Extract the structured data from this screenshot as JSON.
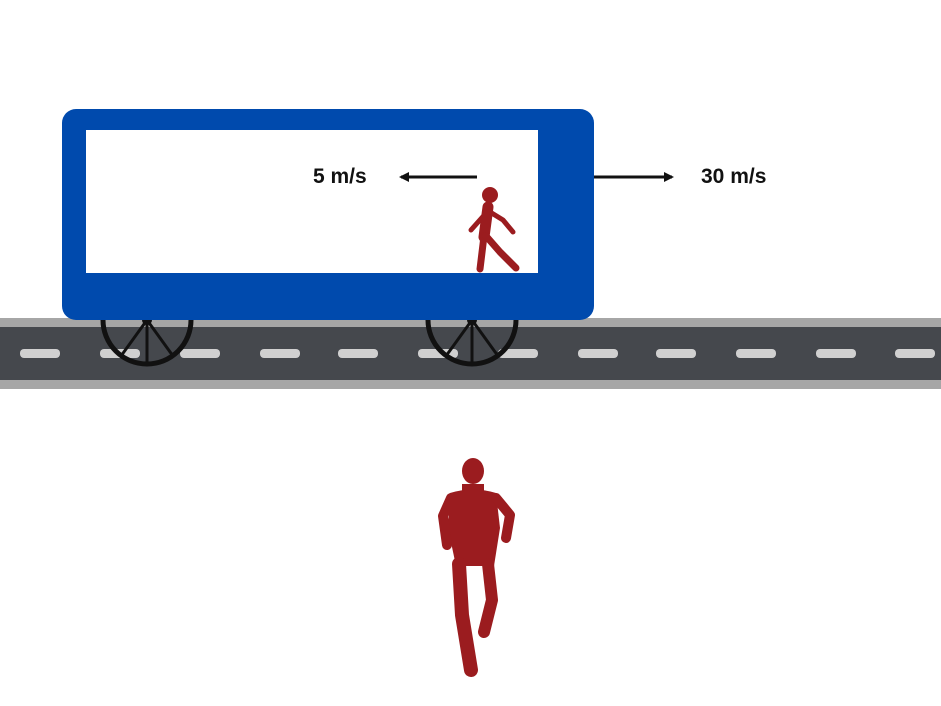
{
  "labels": {
    "walker_speed": "5 m/s",
    "train_speed": "30 m/s"
  },
  "colors": {
    "train_body": "#004aad",
    "train_window": "#ffffff",
    "figure": "#9b1c1f",
    "road": "#45484d",
    "road_edge": "#a6a6a6",
    "lane_marking": "#d0d0d0",
    "wheel": "#111111",
    "arrow": "#111111"
  },
  "icons": {
    "walker": "person-walking-icon",
    "runner": "person-running-icon",
    "wheel": "wheel-icon"
  },
  "arrows": {
    "walker_direction": "left",
    "train_direction": "right"
  }
}
